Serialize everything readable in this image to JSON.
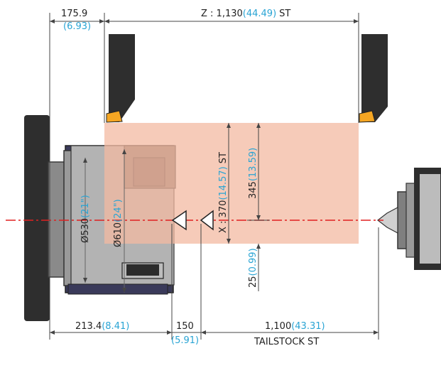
{
  "colors": {
    "work_area": "#f3b9a1",
    "machine_dark": "#2e2e2e",
    "machine_mid": "#8a8a8a",
    "machine_light": "#c8c8c8",
    "tool_insert": "#f5a623",
    "inch_text": "#29a4d4",
    "centerline": "#e02020"
  },
  "dimensions": {
    "top_left": {
      "mm": "175.9",
      "inch": "(6.93)"
    },
    "z_stroke": {
      "prefix": "Z : 1,130",
      "inch": "(44.49)",
      "suffix": "ST"
    },
    "x_stroke": {
      "prefix": "X : 370",
      "inch": "(14.57)",
      "suffix": "ST"
    },
    "x_upper": {
      "mm": "345",
      "inch": "(13.59)"
    },
    "x_lower": {
      "mm": "25",
      "inch": "(0.99)"
    },
    "swing_chuck": {
      "mm": "Ø530",
      "inch": "(21\")"
    },
    "swing_max": {
      "mm": "Ø610",
      "inch": "(24\")"
    },
    "bottom_left": {
      "mm": "213.4",
      "inch": "(8.41)"
    },
    "bottom_mid": {
      "mm": "150",
      "inch": "(5.91)"
    },
    "bottom_right": {
      "mm": "1,100",
      "inch": "(43.31)"
    },
    "tailstock_label": "TAILSTOCK ST"
  },
  "icons": [
    "tool-holder-left-icon",
    "tool-holder-right-icon",
    "origin-triangle-icon",
    "tool-triangle-icon",
    "tailstock-center-icon"
  ]
}
